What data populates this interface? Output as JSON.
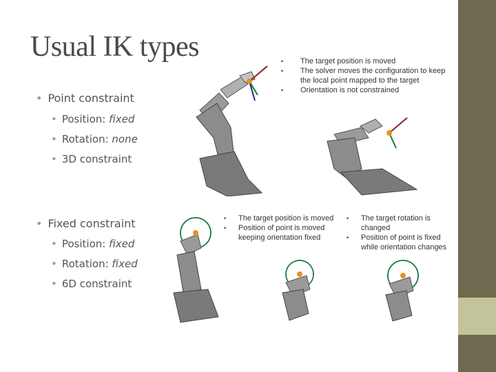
{
  "slide": {
    "title": "Usual IK types",
    "point": {
      "heading": "Point constraint",
      "sub": [
        {
          "label": "Position: ",
          "value": "fixed"
        },
        {
          "label": "Rotation: ",
          "value": "none"
        },
        {
          "label": "3D constraint",
          "value": ""
        }
      ],
      "notes": [
        "The target position is moved",
        "The solver moves the configuration to keep the local point mapped to the target",
        "Orientation is not constrained"
      ]
    },
    "fixed": {
      "heading": "Fixed constraint",
      "sub": [
        {
          "label": "Position: ",
          "value": "fixed"
        },
        {
          "label": "Rotation: ",
          "value": "fixed"
        },
        {
          "label": "6D constraint",
          "value": ""
        }
      ],
      "notes_left": [
        "The target position is moved",
        "Position of point is moved keeping orientation fixed"
      ],
      "notes_right": [
        "The target rotation is changed",
        "Position of point is fixed while orientation changes"
      ]
    },
    "colors": {
      "sidebar": "#6d6a4f",
      "sidebar_accent": "#c3c49a",
      "bullet": "#9fa07a",
      "robot": "#8c8c8c"
    }
  }
}
